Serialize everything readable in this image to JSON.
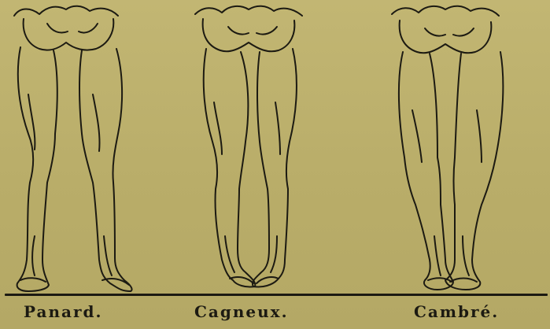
{
  "captions": {
    "panard": "Panard.",
    "cagneux": "Cagneux.",
    "cambre": "Cambré."
  },
  "colors": {
    "paper": "#bcb06b",
    "ink": "#1c1a12"
  }
}
